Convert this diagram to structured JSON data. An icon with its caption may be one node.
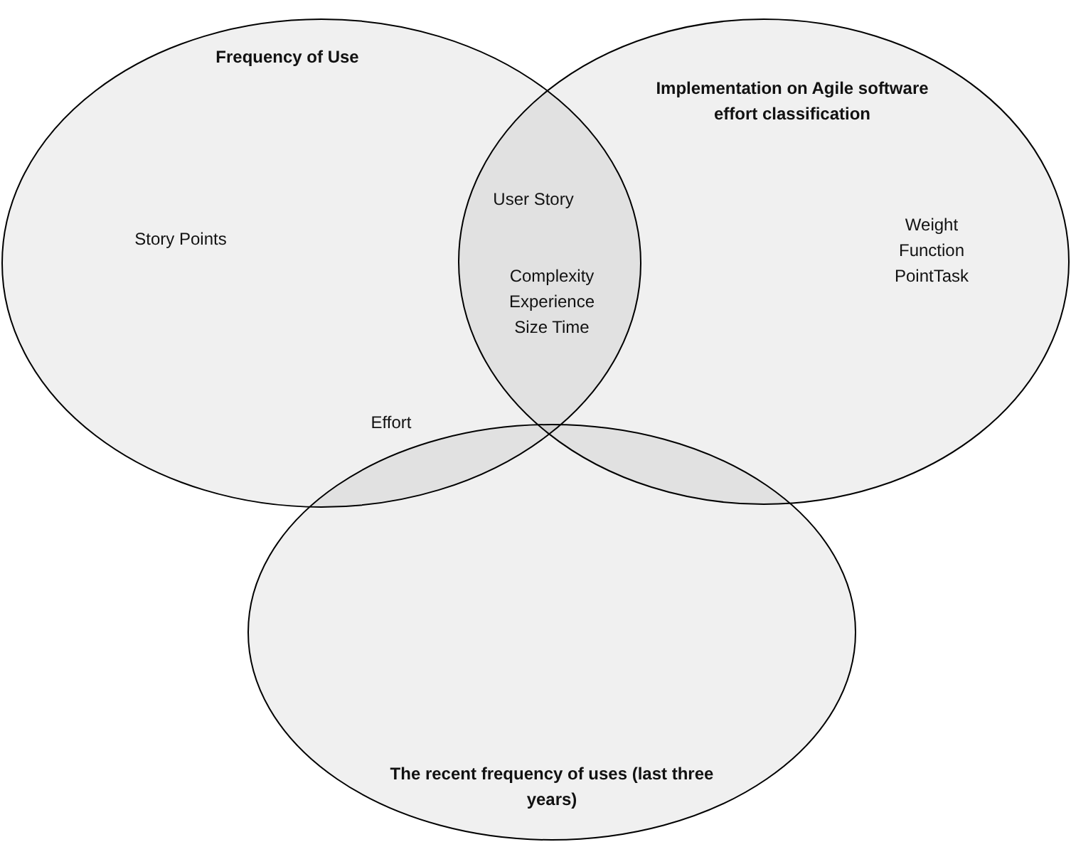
{
  "diagram": {
    "nodes": [
      {
        "text": [
          "Frequency of Use",
          "Story Points"
        ]
      },
      {
        "text": [
          "Implementation on Agile software effort classification",
          "Weight Function PointTask"
        ]
      },
      {
        "text": [
          "The recent frequency of uses (last three years)"
        ]
      }
    ],
    "edges": [],
    "labels": [
      "User Story",
      "Complexity Experience Size Time",
      "Effort"
    ]
  }
}
